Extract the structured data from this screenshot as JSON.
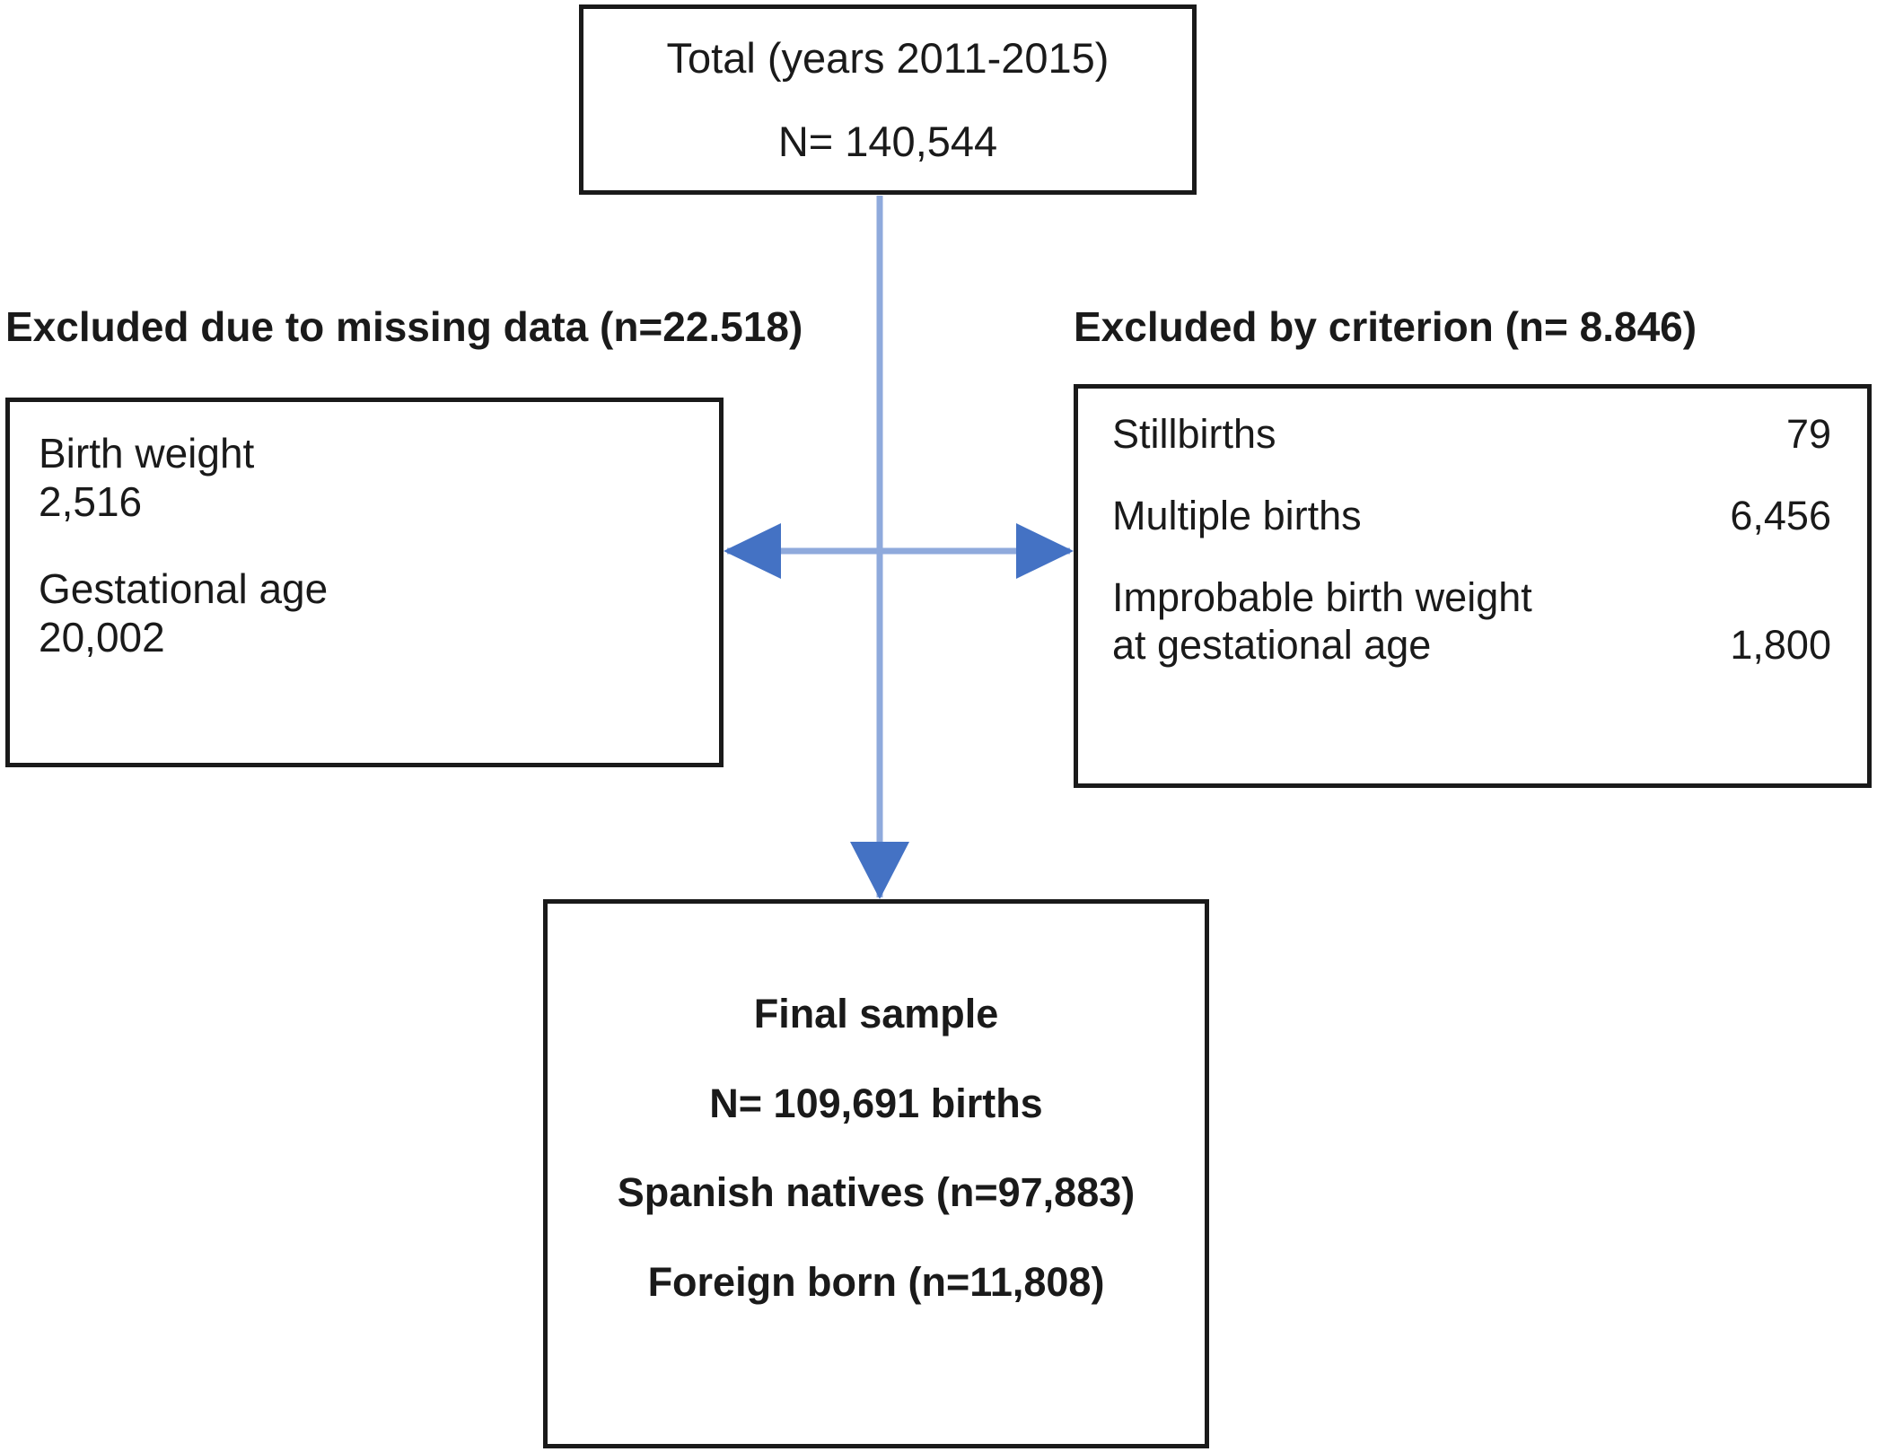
{
  "diagram": {
    "type": "study-flow-chart",
    "colors": {
      "box_border": "#1a1a1a",
      "text": "#1a1a1a",
      "background": "#ffffff",
      "connector_line": "#8FAADC",
      "connector_arrowhead": "#4472C4"
    },
    "top_box": {
      "title": "Total (years 2011-2015)",
      "count": "N= 140,544"
    },
    "left_heading": "Excluded due to missing data (n=22.518)",
    "right_heading": "Excluded by criterion (n= 8.846)",
    "missing_data_box": {
      "items": [
        {
          "label": "Birth weight",
          "value": "2,516"
        },
        {
          "label": "Gestational age",
          "value": "20,002"
        }
      ]
    },
    "criterion_box": {
      "rows": [
        {
          "label": "Stillbirths",
          "value": "79"
        },
        {
          "label": "Multiple births",
          "value": "6,456"
        },
        {
          "label": "Improbable birth weight\n at gestational age",
          "value": "1,800"
        }
      ]
    },
    "final_box": {
      "lines": [
        "Final sample",
        "N= 109,691 births",
        "Spanish natives (n=97,883)",
        "Foreign born (n=11,808)"
      ]
    },
    "connectors": [
      {
        "name": "total-to-final",
        "direction": "down",
        "from": "Total (years 2011-2015)",
        "to": "Final sample"
      },
      {
        "name": "exclusions-left",
        "direction": "left",
        "to": "Excluded due to missing data (n=22.518)"
      },
      {
        "name": "exclusions-right",
        "direction": "right",
        "to": "Excluded by criterion (n= 8.846)"
      }
    ]
  }
}
